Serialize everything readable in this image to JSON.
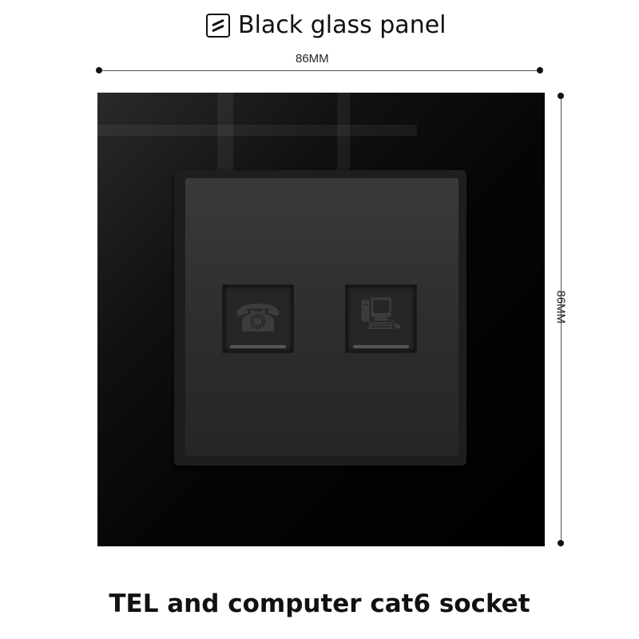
{
  "header": {
    "title": "Black glass panel",
    "icon": "glass-panel-icon"
  },
  "dimensions": {
    "width_label": "86MM",
    "height_label": "86MM"
  },
  "product": {
    "ports": [
      {
        "type": "telephone",
        "icon": "telephone-icon"
      },
      {
        "type": "computer",
        "icon": "computer-icon"
      }
    ]
  },
  "caption": "TEL and computer cat6 socket"
}
